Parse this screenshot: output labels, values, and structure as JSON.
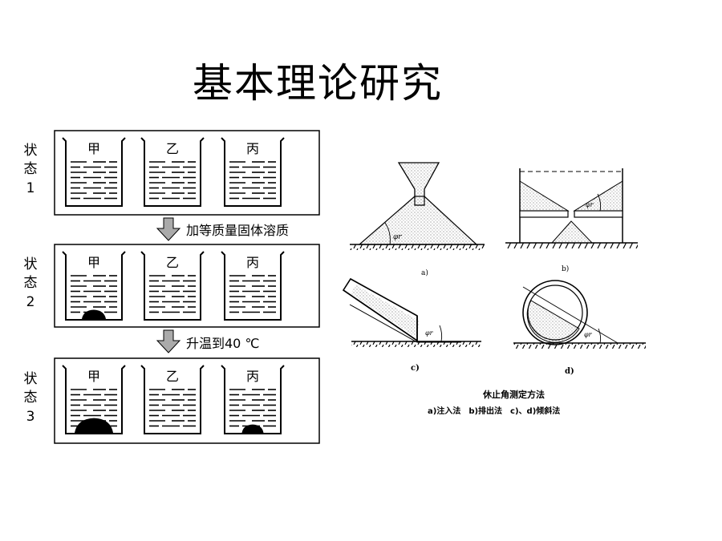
{
  "title": "基本理论研究",
  "left": {
    "states": [
      {
        "label": "状\n态\n1",
        "chars": [
          "状",
          "态",
          "1"
        ]
      },
      {
        "label": "状\n态\n2",
        "chars": [
          "状",
          "态",
          "2"
        ]
      },
      {
        "label": "状\n态\n3",
        "chars": [
          "状",
          "态",
          "3"
        ]
      }
    ],
    "beakers": [
      "甲",
      "乙",
      "丙"
    ],
    "arrow1_text": "加等质量固体溶质",
    "arrow2_text": "升温到40 ℃",
    "solids": {
      "state2": [
        "甲"
      ],
      "state3": [
        "甲",
        "丙"
      ]
    }
  },
  "right": {
    "panels": [
      {
        "tag": "a)",
        "angle": "φr"
      },
      {
        "tag": "b)",
        "angle": "φr"
      },
      {
        "tag": "c)",
        "angle": "φr"
      },
      {
        "tag": "d)",
        "angle": "φr"
      }
    ],
    "caption_title": "休止角测定方法",
    "caption_sub": "a)注入法　b)排出法　c)、d)倾斜法"
  }
}
